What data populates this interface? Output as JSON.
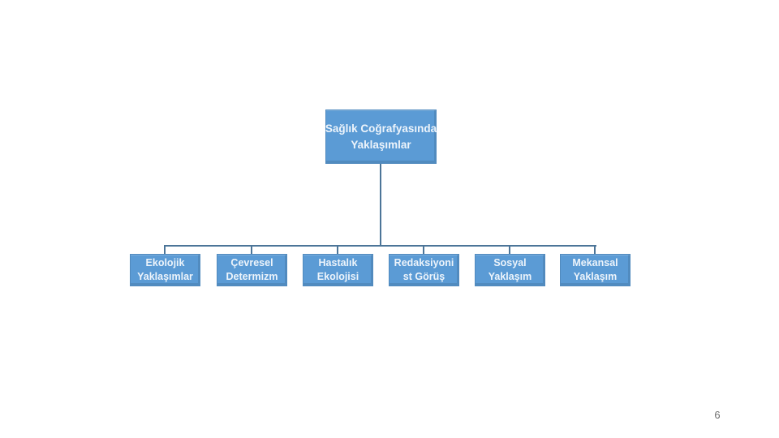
{
  "slide": {
    "page_number": "6"
  },
  "org_chart": {
    "type": "hierarchy",
    "root": {
      "label": "Sağlık Coğrafyasında\nYaklaşımlar"
    },
    "children": [
      {
        "label": "Ekolojik\nYaklaşımlar"
      },
      {
        "label": "Çevresel\nDetermizm"
      },
      {
        "label": "Hastalık\nEkolojisi"
      },
      {
        "label": "Redaksiyoni\nst Görüş"
      },
      {
        "label": "Sosyal\nYaklaşım"
      },
      {
        "label": "Mekansal\nYaklaşım"
      }
    ]
  },
  "colors": {
    "box_fill": "#5B9BD5",
    "box_edge": "#4E86BA",
    "connector": "#4C7598",
    "box_text": "#EDF4FB",
    "page_number": "#6E6E6E",
    "background": "#FFFFFF"
  }
}
